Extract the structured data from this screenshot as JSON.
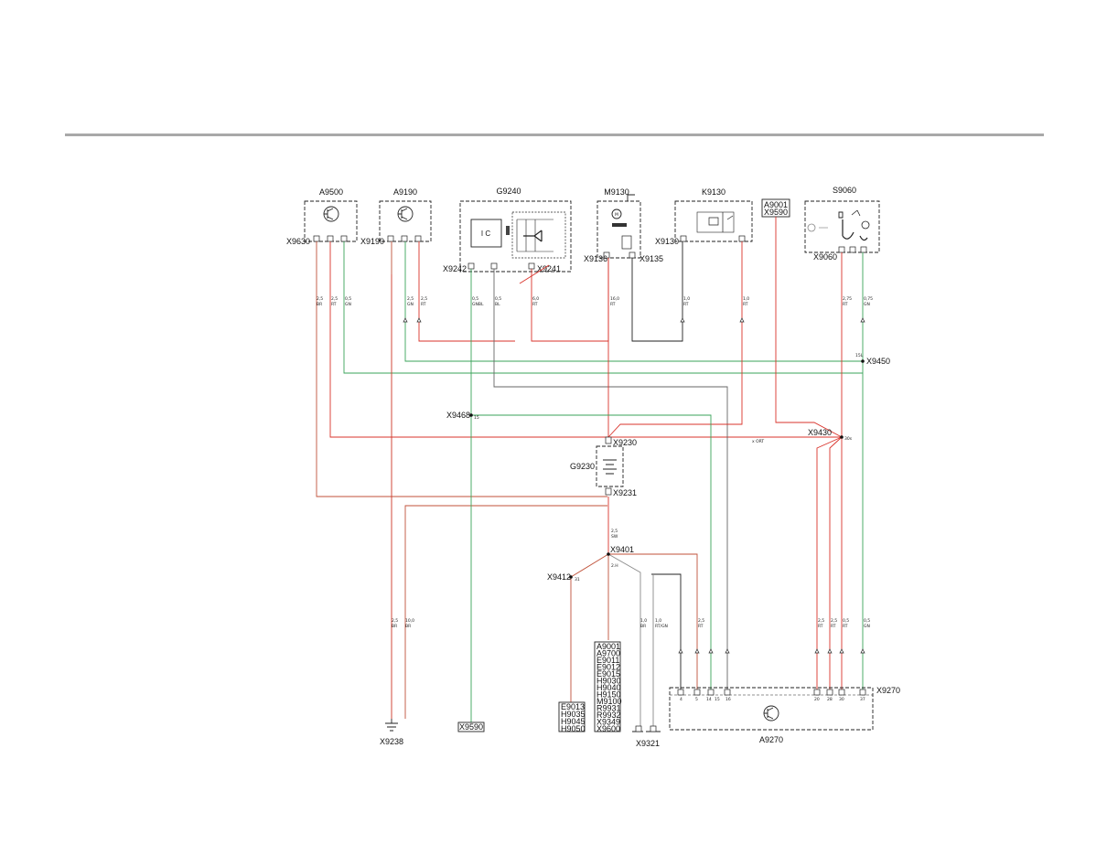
{
  "components": {
    "a9500": "A9500",
    "a9190": "A9190",
    "g9240": "G9240",
    "m9130": "M9130",
    "k9130": "K9130",
    "s9060": "S9060",
    "a9001_x9590": [
      "A9001",
      "X9590"
    ],
    "g9230": "G9230",
    "a9270": "A9270"
  },
  "connectors": {
    "x9630": "X9630",
    "x9190": "X9190",
    "x9242": "X9242",
    "x9241": "X9241",
    "x9136": "X9136",
    "x9135": "X9135",
    "x9130": "X9130",
    "x9060": "X9060",
    "x9450": "X9450",
    "x9468": "X9468",
    "x9430": "X9430",
    "x9230": "X9230",
    "x9231": "X9231",
    "x9401": "X9401",
    "x9412": "X9412",
    "x9270": "X9270",
    "x9238": "X9238",
    "x9590": "X9590",
    "x9321": "X9321"
  },
  "lists": {
    "e9013_group": [
      "E9013",
      "H9035",
      "H9045",
      "H9050"
    ],
    "a9001_group": [
      "A9001",
      "A9700",
      "E9011",
      "E9012",
      "E9015",
      "H9030",
      "H9040",
      "H9150",
      "M9100",
      "R9931",
      "R9932",
      "X9349",
      "X9600"
    ]
  },
  "wire_labels": {
    "a9500_1": [
      "2,5",
      "BR"
    ],
    "a9500_2": [
      "2,5",
      "RT"
    ],
    "a9500_3": [
      "0,5",
      "GN"
    ],
    "a9190_1": [
      "2,5",
      "GN"
    ],
    "a9190_2": [
      "2,5",
      "RT"
    ],
    "g9240_1": [
      "0,5",
      "GNBL"
    ],
    "g9240_2": [
      "0,5",
      "BL"
    ],
    "g9240_3": [
      "6,0",
      "RT"
    ],
    "m9130_1": [
      "16,0",
      "RT"
    ],
    "k9130_1": [
      "1,0",
      "RT"
    ],
    "k9130_2": [
      "1,0",
      "RT"
    ],
    "s9060_1": [
      "2,75",
      "RT"
    ],
    "s9060_2": [
      "0,75",
      "GN"
    ],
    "g9230_out": [
      "2,5",
      "SW"
    ],
    "x9430": "x ORT",
    "x9401_a": "2.H",
    "x9321_1": [
      "1,0",
      "BR"
    ],
    "x9321_2": [
      "1,0",
      "RT/GN"
    ],
    "a9270_a": [
      "2,5",
      "RT"
    ],
    "a9270_b": [
      "2,5",
      "RT"
    ],
    "a9270_c": [
      "2,5",
      "RT"
    ],
    "a9270_d": [
      "0,5",
      "RT"
    ],
    "a9270_e": [
      "0,5",
      "GN"
    ],
    "x9238_1": [
      "2,5",
      "BR"
    ],
    "x9238_2": [
      "10,0",
      "BR"
    ]
  },
  "pin_labels": {
    "x9270_left": [
      "4",
      "5",
      "14",
      "15",
      "16"
    ],
    "x9270_right": [
      "20",
      "28",
      "30",
      "37"
    ],
    "x9450": "15L",
    "x9468": "15",
    "x9430": "30s",
    "x9412": "31"
  }
}
